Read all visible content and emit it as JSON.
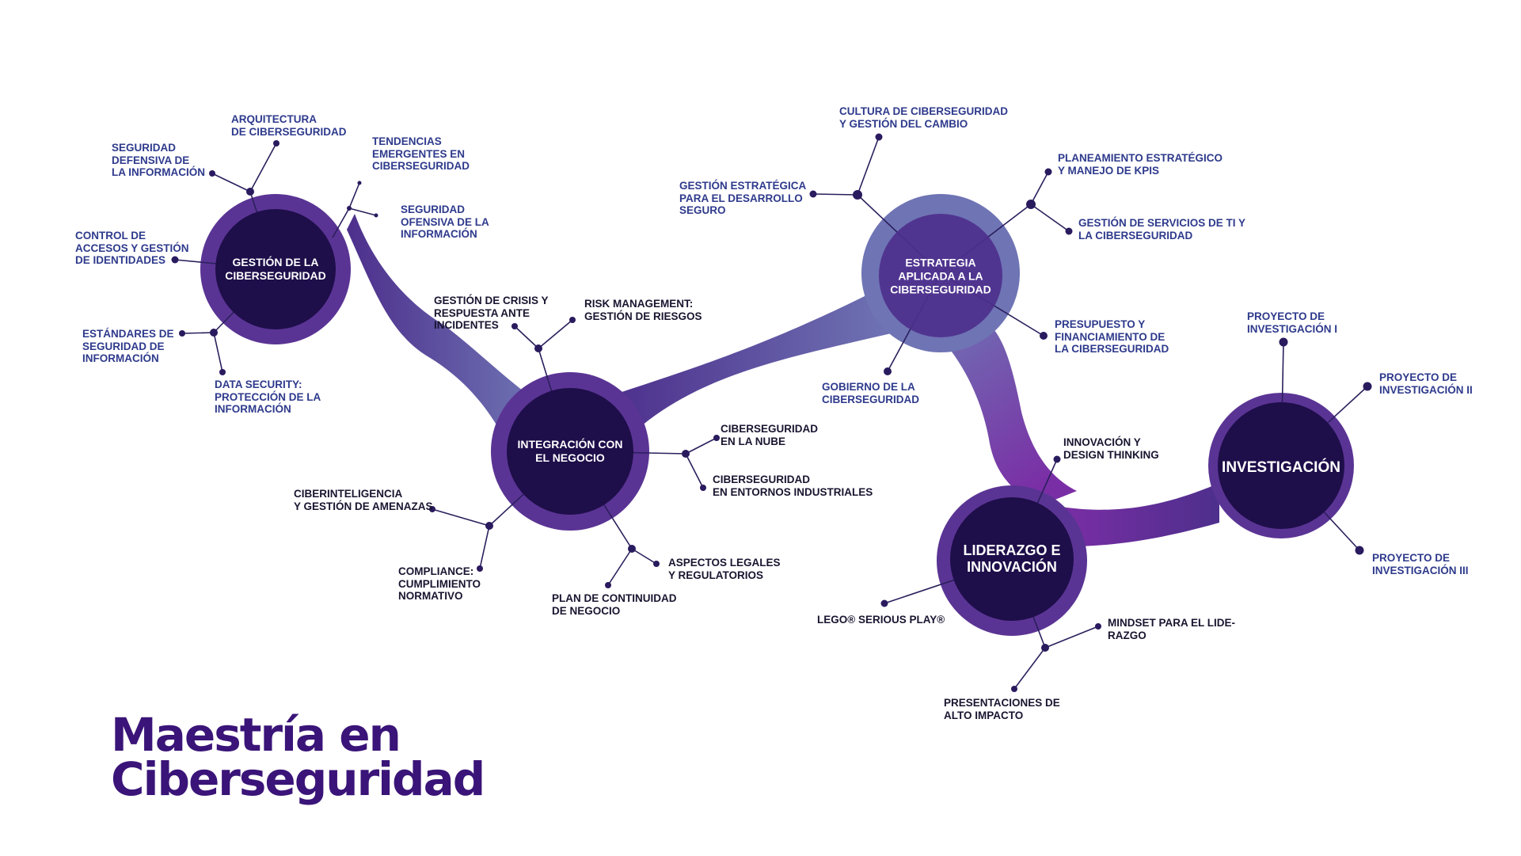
{
  "colors": {
    "hub_dark": "#1e0e4a",
    "hub_ring": "#5a3494",
    "connector": "#2a1f5c",
    "dot": "#2a1a5e",
    "label_blue": "#2e3a8c",
    "label_dark": "#1a1530",
    "title": "#3a1478",
    "ribbon_light": "#6f74b4",
    "ribbon_purple": "#4d2f8c",
    "ribbon_magenta": "#7a2ea5"
  },
  "title": {
    "line1": "Maestría en",
    "line2": "Ciberseguridad"
  },
  "hubs": [
    {
      "key": "gestion",
      "lines": [
        "GESTIÓN DE LA",
        "CIBERSEGURIDAD"
      ]
    },
    {
      "key": "integracion",
      "lines": [
        "INTEGRACIÓN CON",
        "EL NEGOCIO"
      ]
    },
    {
      "key": "estrategia",
      "lines": [
        "ESTRATEGIA",
        "APLICADA A LA",
        "CIBERSEGURIDAD"
      ]
    },
    {
      "key": "liderazgo",
      "lines": [
        "LIDERAZGO E",
        "INNOVACIÓN"
      ]
    },
    {
      "key": "investigacion",
      "lines": [
        "INVESTIGACIÓN"
      ]
    }
  ],
  "labels": [
    {
      "key": "arquitectura",
      "lines": [
        "ARQUITECTURA",
        "DE CIBERSEGURIDAD"
      ]
    },
    {
      "key": "seguridad_defensiva",
      "lines": [
        "SEGURIDAD",
        "DEFENSIVA DE",
        "LA INFORMACIÓN"
      ]
    },
    {
      "key": "tendencias",
      "lines": [
        "TENDENCIAS",
        "EMERGENTES EN",
        "CIBERSEGURIDAD"
      ]
    },
    {
      "key": "seguridad_ofensiva",
      "lines": [
        "SEGURIDAD",
        "OFENSIVA DE LA",
        "INFORMACIÓN"
      ]
    },
    {
      "key": "control_accesos",
      "lines": [
        "CONTROL DE",
        "ACCESOS Y GESTIÓN",
        "DE IDENTIDADES"
      ]
    },
    {
      "key": "estandares",
      "lines": [
        "ESTÁNDARES DE",
        "SEGURIDAD DE",
        "INFORMACIÓN"
      ]
    },
    {
      "key": "data_security",
      "lines": [
        "DATA SECURITY:",
        "PROTECCIÓN DE LA",
        "INFORMACIÓN"
      ]
    },
    {
      "key": "gestion_crisis",
      "lines": [
        "GESTIÓN DE CRISIS Y",
        "RESPUESTA ANTE",
        "INCIDENTES"
      ]
    },
    {
      "key": "risk_management",
      "lines": [
        "RISK MANAGEMENT:",
        "GESTIÓN DE RIESGOS"
      ]
    },
    {
      "key": "cloud",
      "lines": [
        "CIBERSEGURIDAD",
        "EN LA NUBE"
      ]
    },
    {
      "key": "industrial",
      "lines": [
        "CIBERSEGURIDAD",
        "EN ENTORNOS INDUSTRIALES"
      ]
    },
    {
      "key": "ciberinteligencia",
      "lines": [
        "CIBERINTELIGENCIA",
        "Y GESTIÓN DE AMENAZAS"
      ]
    },
    {
      "key": "compliance",
      "lines": [
        "COMPLIANCE:",
        "CUMPLIMIENTO",
        "NORMATIVO"
      ]
    },
    {
      "key": "aspectos_legales",
      "lines": [
        "ASPECTOS LEGALES",
        "Y REGULATORIOS"
      ]
    },
    {
      "key": "plan_continuidad",
      "lines": [
        "PLAN DE CONTINUIDAD",
        "DE NEGOCIO"
      ]
    },
    {
      "key": "cultura",
      "lines": [
        "CULTURA DE CIBERSEGURIDAD",
        "Y GESTIÓN DEL CAMBIO"
      ]
    },
    {
      "key": "desarrollo_seguro",
      "lines": [
        "GESTIÓN ESTRATÉGICA",
        "PARA EL DESARROLLO",
        "SEGURO"
      ]
    },
    {
      "key": "planeamiento",
      "lines": [
        "PLANEAMIENTO ESTRATÉGICO",
        "Y MANEJO DE KPIS"
      ]
    },
    {
      "key": "servicios_ti",
      "lines": [
        "GESTIÓN DE SERVICIOS DE TI Y",
        "LA CIBERSEGURIDAD"
      ]
    },
    {
      "key": "presupuesto",
      "lines": [
        "PRESUPUESTO Y",
        "FINANCIAMIENTO DE",
        "LA CIBERSEGURIDAD"
      ]
    },
    {
      "key": "gobierno",
      "lines": [
        "GOBIERNO DE LA",
        "CIBERSEGURIDAD"
      ]
    },
    {
      "key": "innovacion_design",
      "lines": [
        "INNOVACIÓN Y",
        "DESIGN THINKING"
      ]
    },
    {
      "key": "lego",
      "lines": [
        "LEGO® SERIOUS PLAY®"
      ]
    },
    {
      "key": "mindset",
      "lines": [
        "MINDSET PARA EL LIDE-",
        "RAZGO"
      ]
    },
    {
      "key": "presentaciones",
      "lines": [
        "PRESENTACIONES DE",
        "ALTO IMPACTO"
      ]
    },
    {
      "key": "proyecto_1",
      "lines": [
        "PROYECTO DE",
        "INVESTIGACIÓN I"
      ]
    },
    {
      "key": "proyecto_2",
      "lines": [
        "PROYECTO DE",
        "INVESTIGACIÓN II"
      ]
    },
    {
      "key": "proyecto_3",
      "lines": [
        "PROYECTO DE",
        "INVESTIGACIÓN III"
      ]
    }
  ]
}
